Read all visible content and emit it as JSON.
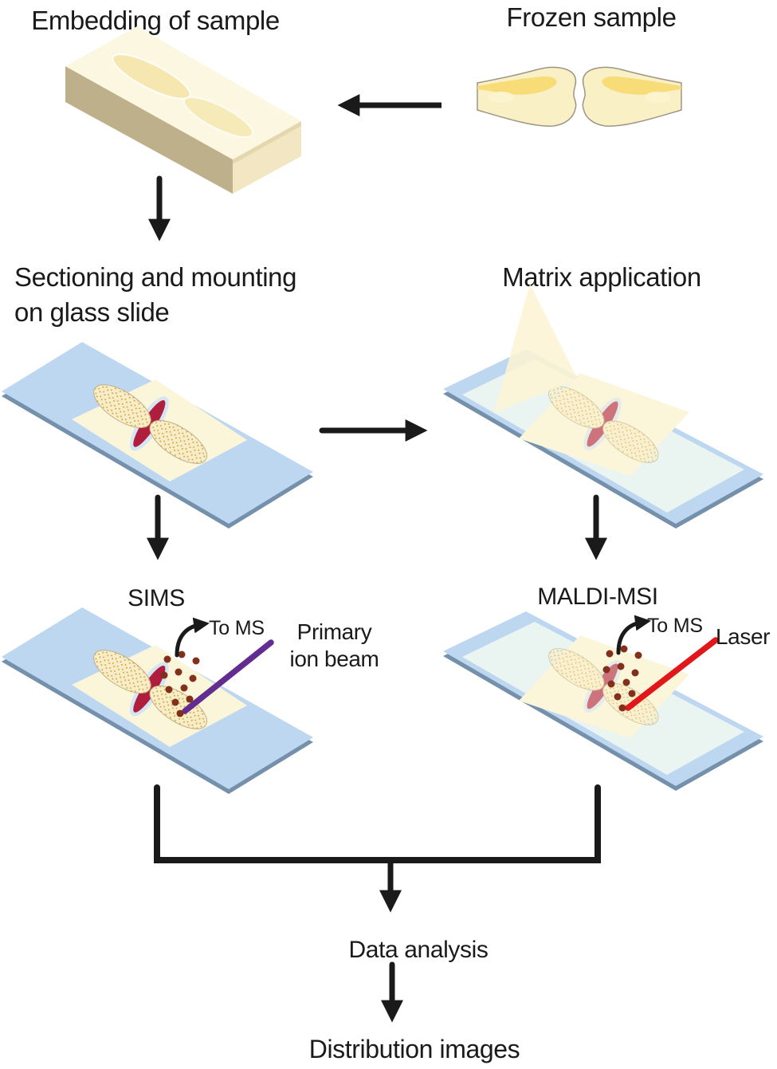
{
  "labels": {
    "embedding": "Embedding of sample",
    "frozen": "Frozen sample",
    "sectioning1": "Sectioning and mounting",
    "sectioning2": "on glass slide",
    "matrix": "Matrix application",
    "sims": "SIMS",
    "maldi": "MALDI-MSI",
    "data_analysis": "Data analysis",
    "distribution": "Distribution images",
    "sims_to_ms": "To MS",
    "maldi_to_ms": "To MS",
    "primary1": "Primary",
    "primary2": "ion beam",
    "laser": "Laser"
  },
  "colors": {
    "text": "#1a1a1a",
    "arrow": "#1a1a1a",
    "slide-blue": "#bdd7f1",
    "slide-edge": "#7590ab",
    "matrix-coat": "#eaf4f0",
    "section-cream": "#fbf5da",
    "bone-fill": "#f7eec9",
    "bone-dots": "#d8a845",
    "joint-red": "#b01e3e",
    "cartilage": "#d5e5f3",
    "block-top": "#fcf7e0",
    "block-front": "#beb08a",
    "block-side": "#f3e7c3",
    "sample-yellow": "#f4e4a4",
    "bone-highlight": "#faf0c6",
    "bone-deep": "#f6d96e",
    "bone-outline": "#9e9585",
    "spray": "#fcf4d4",
    "ion-beam-purple": "#632c91",
    "laser-red": "#e0181c",
    "ion-dots": "#82301b"
  }
}
